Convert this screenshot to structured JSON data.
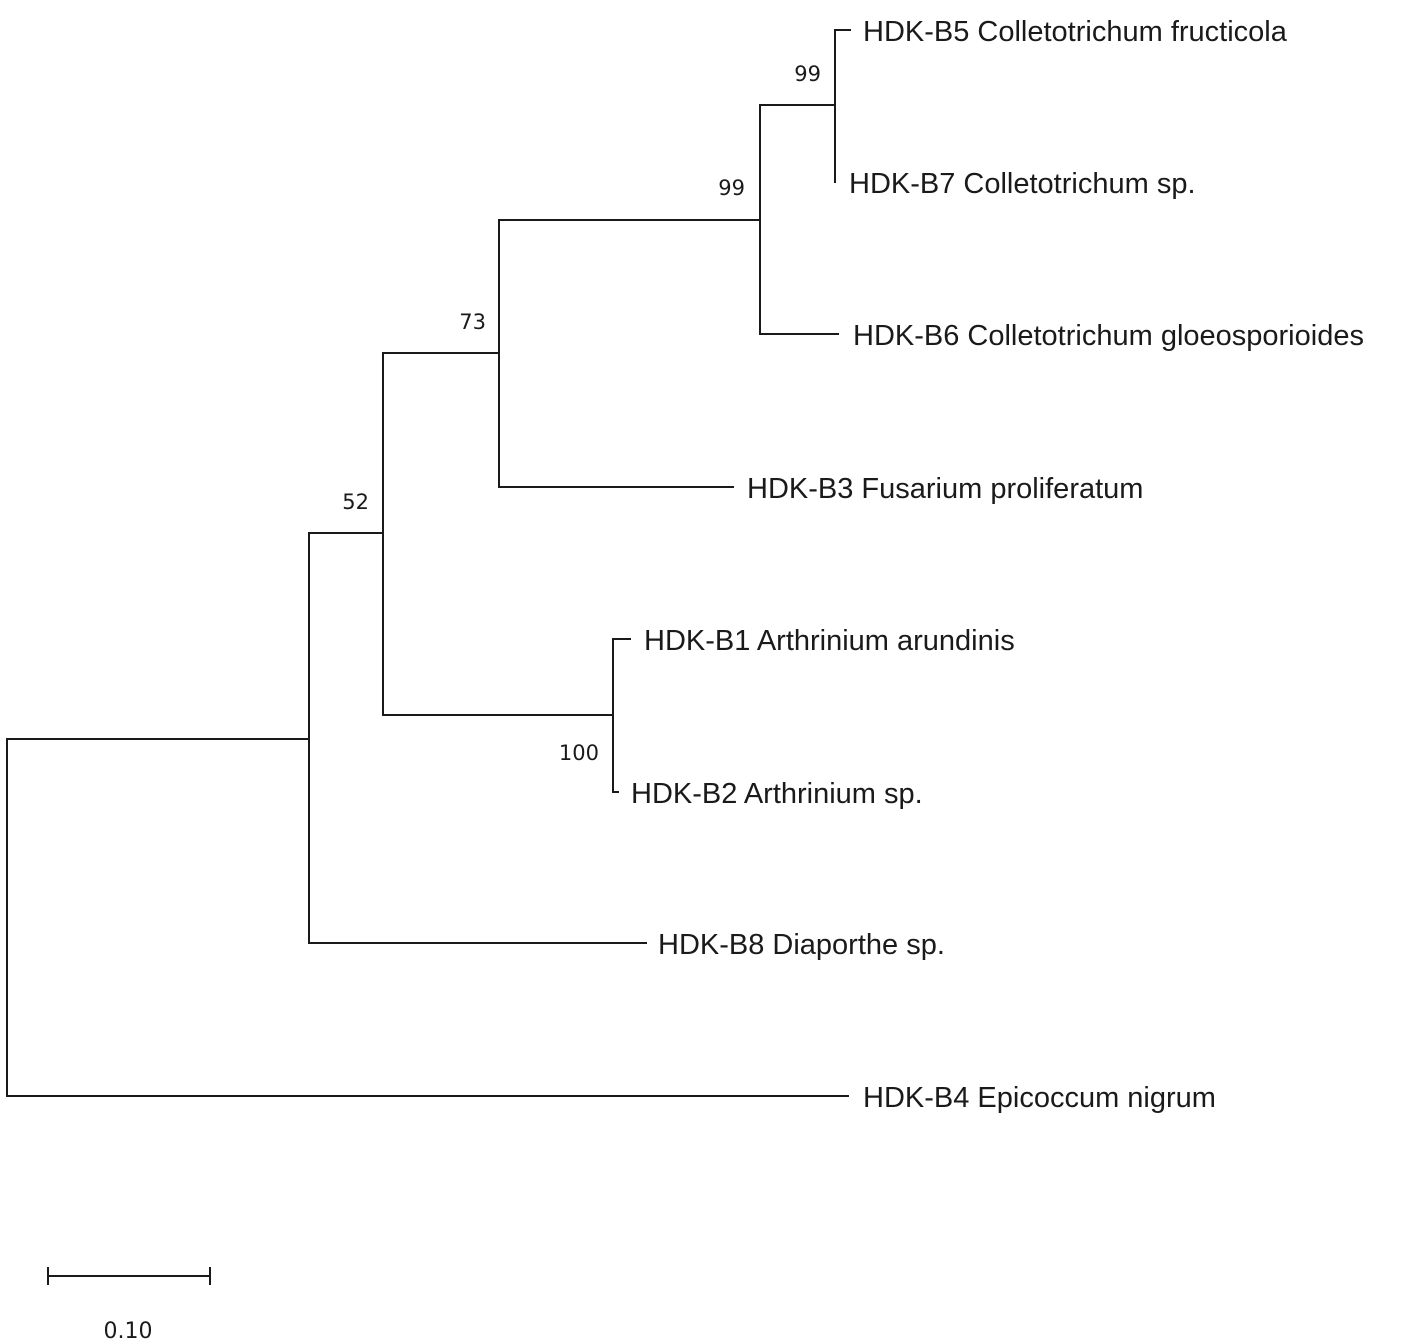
{
  "tree": {
    "leaves": [
      {
        "id": "b5",
        "label": "HDK-B5 Colletotrichum fructicola"
      },
      {
        "id": "b7",
        "label": "HDK-B7 Colletotrichum sp."
      },
      {
        "id": "b6",
        "label": "HDK-B6 Colletotrichum gloeosporioides"
      },
      {
        "id": "b3",
        "label": "HDK-B3 Fusarium proliferatum"
      },
      {
        "id": "b1",
        "label": "HDK-B1 Arthrinium arundinis"
      },
      {
        "id": "b2",
        "label": "HDK-B2 Arthrinium sp."
      },
      {
        "id": "b8",
        "label": "HDK-B8 Diaporthe sp."
      },
      {
        "id": "b4",
        "label": "HDK-B4 Epicoccum nigrum"
      }
    ],
    "support_values": [
      {
        "node": "b5-b7",
        "value": "99"
      },
      {
        "node": "colletotrichum",
        "value": "99"
      },
      {
        "node": "colletotrichum-fusarium",
        "value": "73"
      },
      {
        "node": "ingroup-core",
        "value": "52"
      },
      {
        "node": "arthrinium",
        "value": "100"
      }
    ],
    "scale_bar": {
      "label": "0.10"
    }
  }
}
